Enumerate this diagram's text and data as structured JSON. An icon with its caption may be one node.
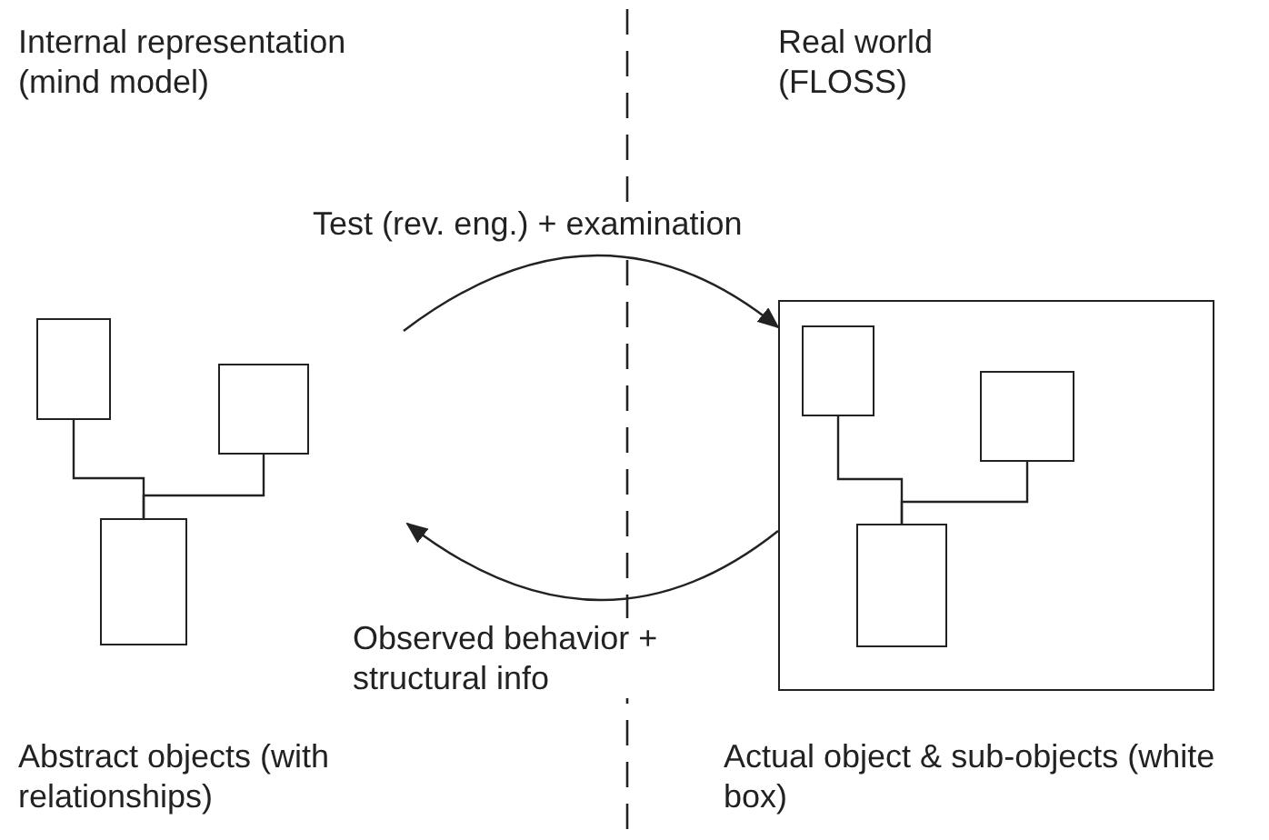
{
  "diagram": {
    "nodes": [
      {
        "text": [],
        "shape": "box"
      },
      {
        "text": [],
        "shape": "box"
      },
      {
        "text": [],
        "shape": "box"
      },
      {
        "text": [],
        "shape": "box",
        "beside": [
          "Actual object & sub-objects (white box)"
        ]
      },
      {
        "text": [],
        "shape": "box",
        "in": 3
      },
      {
        "text": [],
        "shape": "box",
        "in": 3
      },
      {
        "text": [],
        "shape": "box",
        "in": 3
      }
    ],
    "edges": [
      {
        "from": 0,
        "to": 2,
        "arrow": "none"
      },
      {
        "from": 1,
        "to": 2,
        "arrow": "none"
      },
      {
        "from": 4,
        "to": 6,
        "arrow": "none"
      },
      {
        "from": 5,
        "to": 6,
        "arrow": "none"
      },
      {
        "from": null,
        "to": 3,
        "arrow": "to",
        "label": "Test (rev. eng.) + examination"
      },
      {
        "from": 3,
        "to": null,
        "arrow": "to",
        "label": "Observed behavior + structural info"
      }
    ],
    "labels": [
      "Internal representation (mind model)",
      "Real world (FLOSS)",
      "Abstract objects (with relationships)"
    ]
  }
}
